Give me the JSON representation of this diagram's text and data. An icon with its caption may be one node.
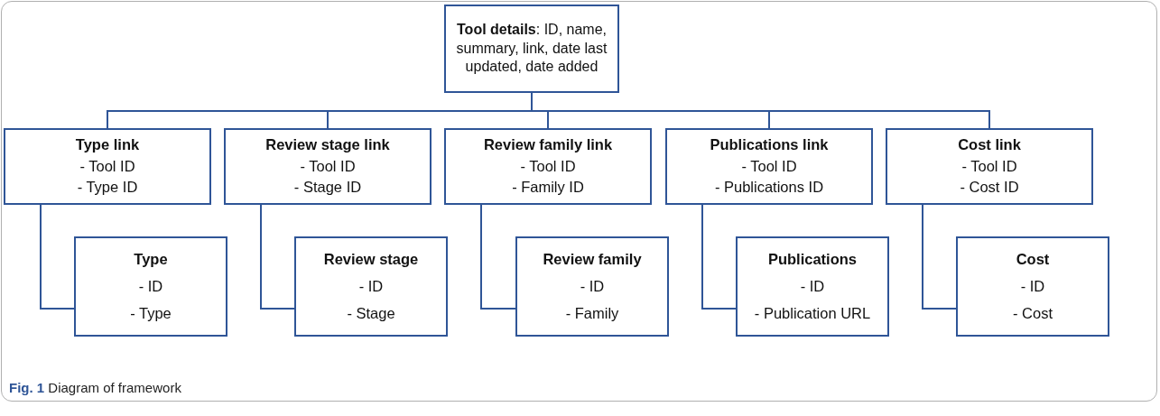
{
  "diagram": {
    "caption": "**Fig. 1** Diagram of framework",
    "nodes": [
      {
        "text": [
          "**Tool details**: ID, name, summary, link, date last updated, date added"
        ]
      },
      {
        "text": [
          "Type link",
          "- Tool ID",
          "- Type ID"
        ]
      },
      {
        "text": [
          "Review stage link",
          "- Tool ID",
          "- Stage ID"
        ]
      },
      {
        "text": [
          "Review family link",
          "- Tool ID",
          "- Family ID"
        ]
      },
      {
        "text": [
          "Publications link",
          "- Tool ID",
          "- Publications ID"
        ]
      },
      {
        "text": [
          "Cost link",
          "- Tool ID",
          "- Cost ID"
        ]
      },
      {
        "text": [
          "Type",
          "- ID",
          "- Type"
        ]
      },
      {
        "text": [
          "Review stage",
          "- ID",
          "- Stage"
        ]
      },
      {
        "text": [
          "Review family",
          "- ID",
          "- Family"
        ]
      },
      {
        "text": [
          "Publications",
          "- ID",
          "- Publication URL"
        ]
      },
      {
        "text": [
          "Cost",
          "- ID",
          "- Cost"
        ]
      }
    ],
    "edges": [
      {
        "from": 0,
        "to": 1,
        "arrow": "none"
      },
      {
        "from": 0,
        "to": 2,
        "arrow": "none"
      },
      {
        "from": 0,
        "to": 3,
        "arrow": "none"
      },
      {
        "from": 0,
        "to": 4,
        "arrow": "none"
      },
      {
        "from": 0,
        "to": 5,
        "arrow": "none"
      },
      {
        "from": 1,
        "to": 6,
        "arrow": "none"
      },
      {
        "from": 2,
        "to": 7,
        "arrow": "none"
      },
      {
        "from": 3,
        "to": 8,
        "arrow": "none"
      },
      {
        "from": 4,
        "to": 9,
        "arrow": "none"
      },
      {
        "from": 5,
        "to": 10,
        "arrow": "none"
      }
    ]
  }
}
